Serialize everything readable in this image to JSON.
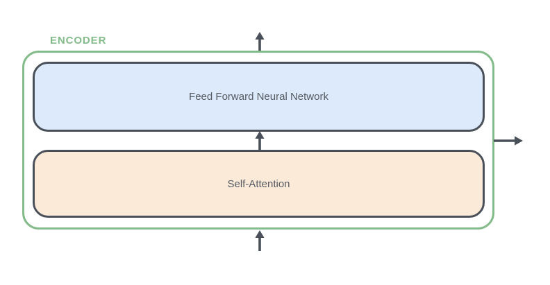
{
  "diagram": {
    "title": "ENCODER",
    "blocks": [
      {
        "id": "feed-forward",
        "label": "Feed Forward Neural Network"
      },
      {
        "id": "self-attention",
        "label": "Self-Attention"
      }
    ],
    "arrows": [
      {
        "id": "output-arrow-up",
        "direction": "up",
        "position": "top"
      },
      {
        "id": "inter-block-arrow-up",
        "direction": "up",
        "position": "between-blocks"
      },
      {
        "id": "input-arrow-up",
        "direction": "up",
        "position": "bottom"
      },
      {
        "id": "output-arrow-right",
        "direction": "right",
        "position": "right-side"
      }
    ]
  },
  "colors": {
    "green": "#84bb8a",
    "dark": "#4a5059",
    "blue_fill": "#dceafb",
    "orange_fill": "#fcead9",
    "text": "#555a61",
    "bg": "#ffffff"
  }
}
